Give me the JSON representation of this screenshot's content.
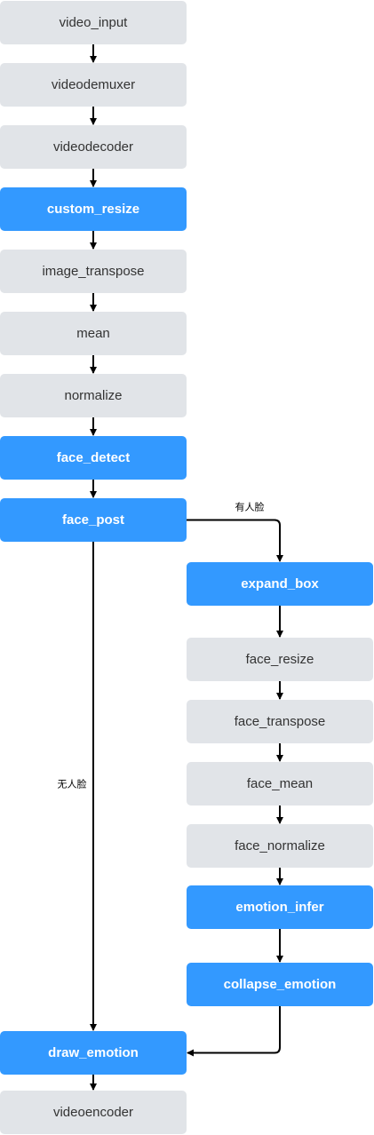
{
  "colors": {
    "gray_node": "#e1e4e8",
    "blue_node": "#3399ff",
    "edge": "#000000"
  },
  "nodes": [
    {
      "id": "video_input",
      "label": "video_input",
      "style": "gray"
    },
    {
      "id": "videodemuxer",
      "label": "videodemuxer",
      "style": "gray"
    },
    {
      "id": "videodecoder",
      "label": "videodecoder",
      "style": "gray"
    },
    {
      "id": "custom_resize",
      "label": "custom_resize",
      "style": "blue"
    },
    {
      "id": "image_transpose",
      "label": "image_transpose",
      "style": "gray"
    },
    {
      "id": "mean",
      "label": "mean",
      "style": "gray"
    },
    {
      "id": "normalize",
      "label": "normalize",
      "style": "gray"
    },
    {
      "id": "face_detect",
      "label": "face_detect",
      "style": "blue"
    },
    {
      "id": "face_post",
      "label": "face_post",
      "style": "blue"
    },
    {
      "id": "expand_box",
      "label": "expand_box",
      "style": "blue"
    },
    {
      "id": "face_resize",
      "label": "face_resize",
      "style": "gray"
    },
    {
      "id": "face_transpose",
      "label": "face_transpose",
      "style": "gray"
    },
    {
      "id": "face_mean",
      "label": "face_mean",
      "style": "gray"
    },
    {
      "id": "face_normalize",
      "label": "face_normalize",
      "style": "gray"
    },
    {
      "id": "emotion_infer",
      "label": "emotion_infer",
      "style": "blue"
    },
    {
      "id": "collapse_emotion",
      "label": "collapse_emotion",
      "style": "blue"
    },
    {
      "id": "draw_emotion",
      "label": "draw_emotion",
      "style": "blue"
    },
    {
      "id": "videoencoder",
      "label": "videoencoder",
      "style": "gray"
    }
  ],
  "edges": [
    {
      "from": "video_input",
      "to": "videodemuxer",
      "label": ""
    },
    {
      "from": "videodemuxer",
      "to": "videodecoder",
      "label": ""
    },
    {
      "from": "videodecoder",
      "to": "custom_resize",
      "label": ""
    },
    {
      "from": "custom_resize",
      "to": "image_transpose",
      "label": ""
    },
    {
      "from": "image_transpose",
      "to": "mean",
      "label": ""
    },
    {
      "from": "mean",
      "to": "normalize",
      "label": ""
    },
    {
      "from": "normalize",
      "to": "face_detect",
      "label": ""
    },
    {
      "from": "face_detect",
      "to": "face_post",
      "label": ""
    },
    {
      "from": "face_post",
      "to": "expand_box",
      "label": "有人脸"
    },
    {
      "from": "face_post",
      "to": "draw_emotion",
      "label": "无人脸"
    },
    {
      "from": "expand_box",
      "to": "face_resize",
      "label": ""
    },
    {
      "from": "face_resize",
      "to": "face_transpose",
      "label": ""
    },
    {
      "from": "face_transpose",
      "to": "face_mean",
      "label": ""
    },
    {
      "from": "face_mean",
      "to": "face_normalize",
      "label": ""
    },
    {
      "from": "face_normalize",
      "to": "emotion_infer",
      "label": ""
    },
    {
      "from": "emotion_infer",
      "to": "collapse_emotion",
      "label": ""
    },
    {
      "from": "collapse_emotion",
      "to": "draw_emotion",
      "label": ""
    },
    {
      "from": "draw_emotion",
      "to": "videoencoder",
      "label": ""
    }
  ]
}
